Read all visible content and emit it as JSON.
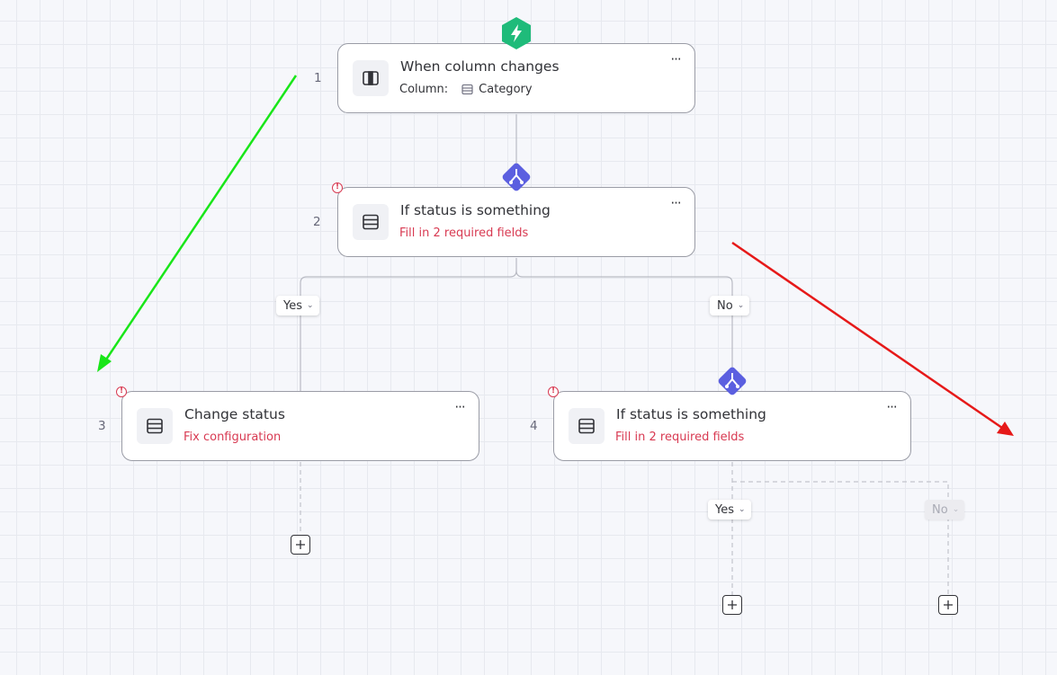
{
  "nodes": [
    {
      "step": "1",
      "title": "When column changes",
      "sub_label": "Column:",
      "sub_value": "Category"
    },
    {
      "step": "2",
      "title": "If status is something",
      "error": "Fill in 2 required fields"
    },
    {
      "step": "3",
      "title": "Change status",
      "error": "Fix configuration"
    },
    {
      "step": "4",
      "title": "If status is something",
      "error": "Fill in 2 required fields"
    }
  ],
  "branches": {
    "node2_yes": "Yes",
    "node2_no": "No",
    "node4_yes": "Yes",
    "node4_no": "No"
  },
  "glyphs": {
    "more": "···",
    "chevron": "⌄",
    "error": "!"
  },
  "colors": {
    "trigger_green": "#1fbb7a",
    "condition_purple": "#5b5fe0",
    "error_red": "#d83a52",
    "annotation_green": "#19e619",
    "annotation_red": "#e61919"
  },
  "icons": [
    "bolt-icon",
    "branch-icon",
    "column-icon",
    "table-icon",
    "more-icon",
    "chevron-down-icon",
    "plus-icon",
    "error-icon"
  ]
}
